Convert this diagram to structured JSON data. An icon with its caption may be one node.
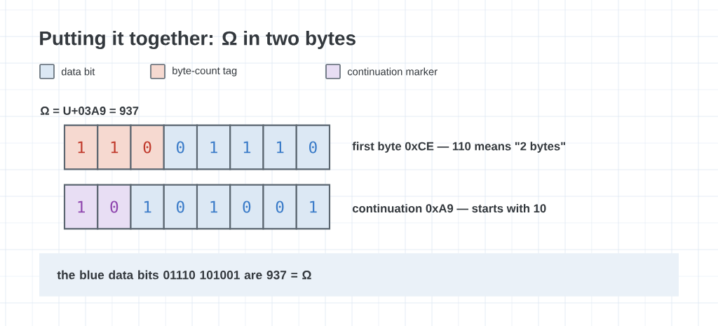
{
  "diagram": {
    "title": "Putting it together: Ω in two bytes",
    "nodes": [
      {
        "text": [
          "1"
        ]
      },
      {
        "text": [
          "1"
        ]
      },
      {
        "text": [
          "0"
        ]
      },
      {
        "text": [
          "0"
        ]
      },
      {
        "text": [
          "1"
        ]
      },
      {
        "text": [
          "1"
        ]
      },
      {
        "text": [
          "1"
        ]
      },
      {
        "text": [
          "0"
        ]
      },
      {
        "text": [
          "1"
        ]
      },
      {
        "text": [
          "0"
        ]
      },
      {
        "text": [
          "1"
        ]
      },
      {
        "text": [
          "0"
        ]
      },
      {
        "text": [
          "1"
        ]
      },
      {
        "text": [
          "0"
        ]
      },
      {
        "text": [
          "0"
        ]
      },
      {
        "text": [
          "1"
        ]
      },
      {
        "text": [
          "the blue data bits 01110 101001 are 937 = Ω"
        ]
      }
    ],
    "labels": [
      "Ω = U+03A9 = 937",
      "first byte 0xCE — 110 means \"2 bytes\"",
      "continuation 0xA9 — starts with 10"
    ],
    "legend": [
      {
        "text": "data bit",
        "color": "#dce8f4"
      },
      {
        "text": "byte-count tag",
        "color": "#f6d9d0"
      },
      {
        "text": "continuation marker",
        "color": "#e8def4"
      }
    ]
  }
}
